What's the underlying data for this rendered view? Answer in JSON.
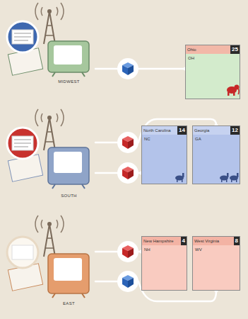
{
  "diagram": {
    "nodes": [
      {
        "text": [
          "MIDWEST"
        ]
      },
      {
        "text": [
          "Ohio",
          "25",
          "OH"
        ]
      },
      {
        "text": [
          "SOUTH"
        ]
      },
      {
        "text": [
          "North Carolina",
          "14",
          "NC"
        ]
      },
      {
        "text": [
          "Georgia",
          "12",
          "GA"
        ]
      },
      {
        "text": [
          "EAST"
        ]
      },
      {
        "text": [
          "New Hampshire",
          "4",
          "NH"
        ]
      },
      {
        "text": [
          "West Virginia",
          "8",
          "WV"
        ]
      }
    ],
    "edges": [
      {
        "from": 0,
        "to": 1,
        "arrow": "none"
      },
      {
        "from": 2,
        "to": 4,
        "arrow": "none"
      },
      {
        "from": 2,
        "to": 3,
        "arrow": "none"
      },
      {
        "from": 5,
        "to": 6,
        "arrow": "none"
      },
      {
        "from": 5,
        "to": 7,
        "arrow": "none"
      }
    ]
  }
}
